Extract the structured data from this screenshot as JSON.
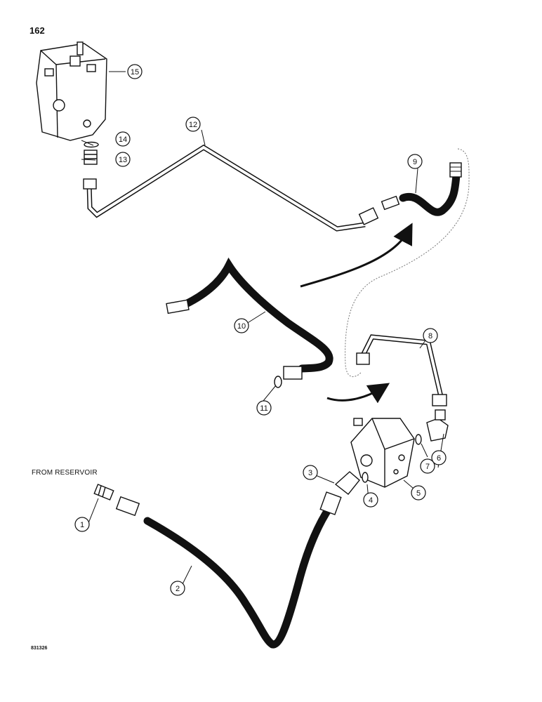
{
  "page_number": "162",
  "from_reservoir_label": "FROM RESERVOIR",
  "figure_code": "831326",
  "callouts": [
    "1",
    "2",
    "3",
    "4",
    "5",
    "6",
    "7",
    "8",
    "9",
    "10",
    "11",
    "12",
    "13",
    "14",
    "15"
  ]
}
